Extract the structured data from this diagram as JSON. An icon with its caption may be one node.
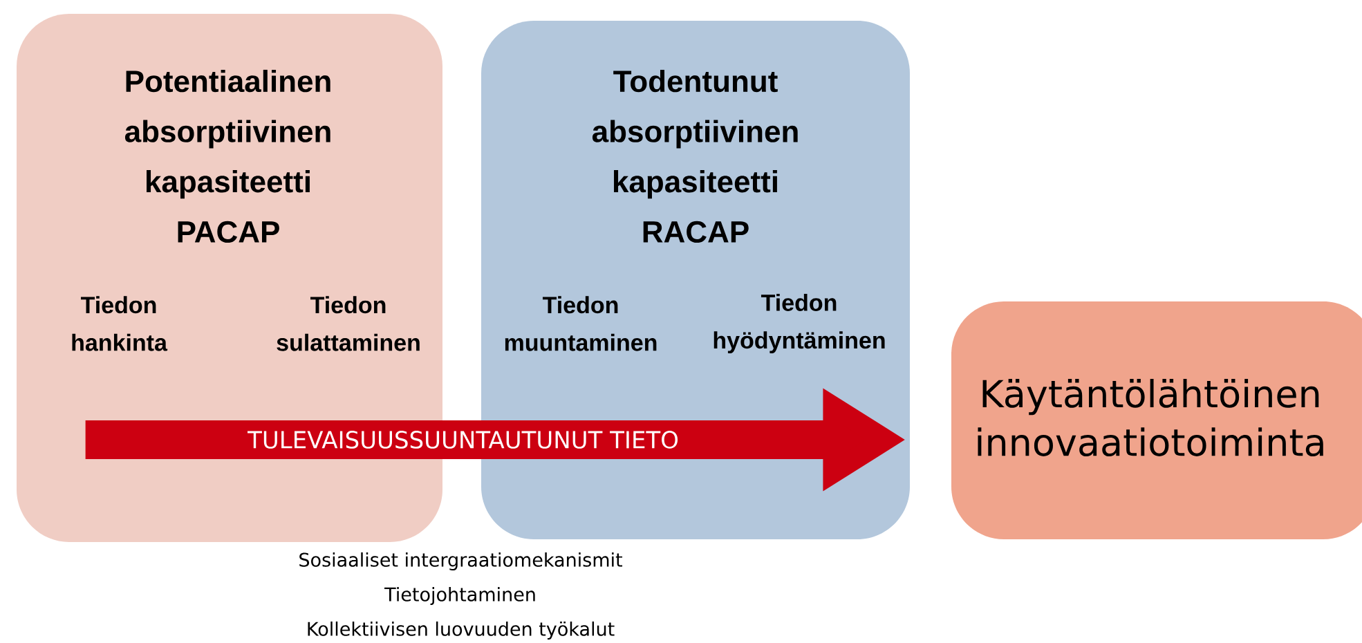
{
  "diagram": {
    "nodes": [
      {
        "text": [
          "Potentiaalinen absorptiivinen kapasiteetti PACAP",
          "Tiedon hankinta",
          "Tiedon sulattaminen"
        ]
      },
      {
        "text": [
          "Todentunut absorptiivinen kapasiteetti RACAP",
          "Tiedon muuntaminen",
          "Tiedon hyödyntäminen"
        ]
      },
      {
        "text": [
          "Käytäntölähtöinen innovaatiotoiminta"
        ]
      }
    ],
    "edges": [
      {
        "from": 0,
        "to": 1,
        "arrow": "to",
        "label": "TULEVAISUUSSUUNTAUTUNUT TIETO",
        "color": "#cc0011"
      }
    ],
    "labels": [
      "Sosiaaliset intergraatiomekanismit",
      "Tietojohtaminen",
      "Kollektiivisen luovuuden työkalut"
    ]
  }
}
